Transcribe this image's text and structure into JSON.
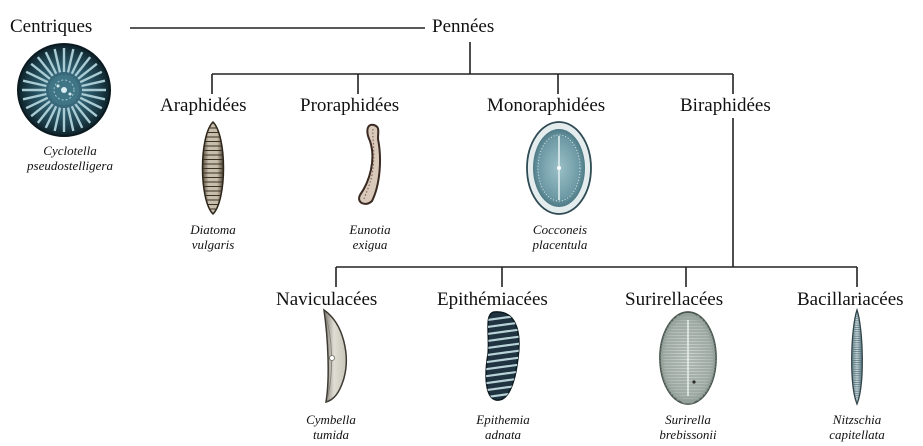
{
  "groups": {
    "centriques": "Centriques",
    "pennees": "Pennées",
    "araphidees": "Araphidées",
    "proraphidees": "Proraphidées",
    "monoraphidees": "Monoraphidées",
    "biraphidees": "Biraphidées",
    "naviculacees": "Naviculacées",
    "epithemiacees": "Epithémiacées",
    "surirellacees": "Surirellacées",
    "bacillariacees": "Bacillariacées"
  },
  "species": {
    "cyclotella": [
      "Cyclotella",
      "pseudostelligera"
    ],
    "diatoma": [
      "Diatoma",
      "vulgaris"
    ],
    "eunotia": [
      "Eunotia",
      "exigua"
    ],
    "cocconeis": [
      "Cocconeis",
      "placentula"
    ],
    "cymbella": [
      "Cymbella",
      "tumida"
    ],
    "epithemia": [
      "Epithemia",
      "adnata"
    ],
    "surirella": [
      "Surirella",
      "brebissonii"
    ],
    "nitzschia": [
      "Nitzschia",
      "capitellata"
    ]
  }
}
